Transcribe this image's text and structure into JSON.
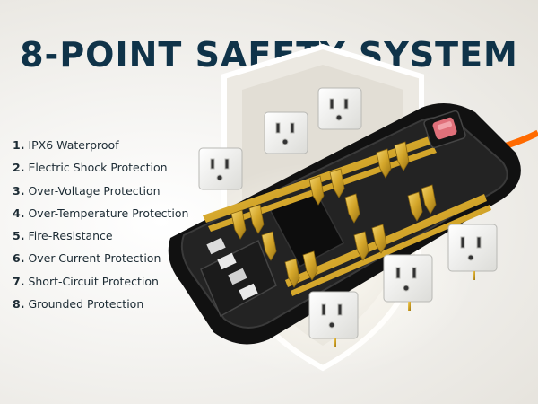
{
  "title": "8-POINT SAFETY SYSTEM",
  "features": [
    {
      "num": "1.",
      "label": "IPX6 Waterproof"
    },
    {
      "num": "2.",
      "label": "Electric Shock Protection"
    },
    {
      "num": "3.",
      "label": "Over-Voltage Protection"
    },
    {
      "num": "4.",
      "label": "Over-Temperature Protection"
    },
    {
      "num": "5.",
      "label": "Fire-Resistance"
    },
    {
      "num": "6.",
      "label": "Over-Current Protection"
    },
    {
      "num": "7.",
      "label": "Short-Circuit Protection"
    },
    {
      "num": "8.",
      "label": "Grounded Protection"
    }
  ],
  "colors": {
    "title": "#0f3349",
    "housing": "#1a1a1a",
    "brass": "#d4a62a",
    "switch": "#e0707a",
    "cord": "#ff6a00",
    "outlet": "#f4f4f2"
  }
}
